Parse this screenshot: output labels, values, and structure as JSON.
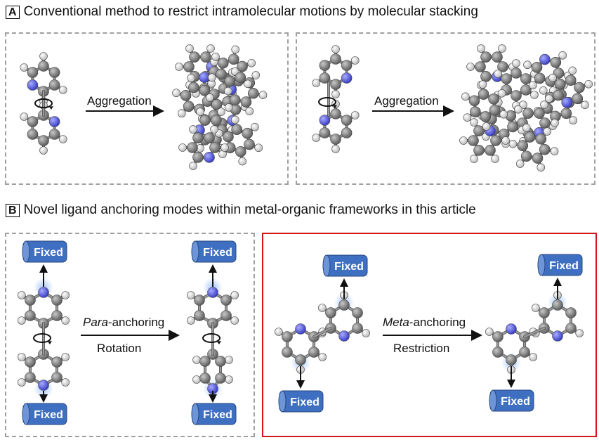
{
  "panel_a": {
    "letter": "A",
    "title": "Conventional method to restrict intramolecular motions by molecular stacking",
    "arrow_left": "Aggregation",
    "arrow_right": "Aggregation"
  },
  "panel_b": {
    "letter": "B",
    "title": "Novel ligand anchoring modes within metal-organic frameworks in this article",
    "para_italic": "Para",
    "para_rest": "-anchoring",
    "para_sub": "Rotation",
    "meta_italic": "Meta",
    "meta_rest": "-anchoring",
    "meta_sub": "Restriction",
    "fixed_label": "Fixed"
  },
  "colors": {
    "carbon": "#7a7a7a",
    "nitrogen": "#5a5fe0",
    "hydrogen": "#ececec",
    "fixed_block": "#3f6fc0",
    "highlight_border": "#d4161b",
    "dashed_border": "#a0a0a0"
  }
}
